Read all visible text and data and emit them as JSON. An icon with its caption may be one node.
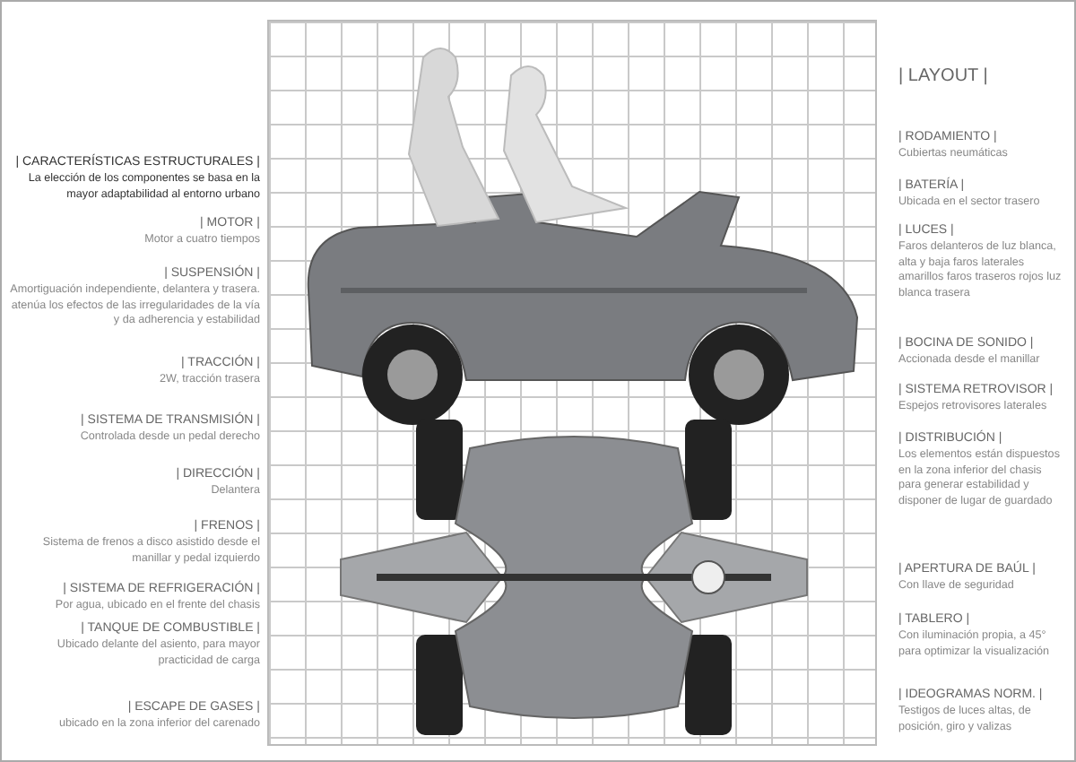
{
  "diagram": {
    "labels": [
      "| CARACTERÍSTICAS ESTRUCTURALES |",
      "La elección de los componentes se basa en la mayor adaptabilidad al entorno urbano",
      "| MOTOR |",
      "Motor a cuatro tiempos",
      "| SUSPENSIÓN |",
      "Amortiguación independiente, delantera y trasera. atenúa los efectos de las irregularidades de la vía y da adherencia y estabilidad",
      "| TRACCIÓN |",
      "2W, tracción trasera",
      "| SISTEMA DE TRANSMISIÓN |",
      "Controlada desde un pedal derecho",
      "| DIRECCIÓN |",
      "Delantera",
      "| FRENOS |",
      "Sistema de frenos a disco asistido desde el manillar y pedal izquierdo",
      "| SISTEMA DE REFRIGERACIÓN |",
      "Por agua, ubicado en el frente del chasis",
      "| TANQUE DE COMBUSTIBLE |",
      "Ubicado delante del asiento, para mayor practicidad de carga",
      "| ESCAPE DE GASES |",
      "ubicado en la zona inferior del carenado",
      "| LAYOUT |",
      "| RODAMIENTO |",
      "Cubiertas neumáticas",
      "| BATERÍA |",
      "Ubicada en el sector trasero",
      "| LUCES |",
      "Faros delanteros de luz blanca, alta y baja faros laterales amarillos faros traseros rojos luz blanca trasera",
      "| BOCINA DE SONIDO |",
      "Accionada desde el manillar",
      "| SISTEMA RETROVISOR |",
      "Espejos retrovisores laterales",
      "| DISTRIBUCIÓN |",
      "Los elementos están dispuestos en la zona inferior del chasis para generar estabilidad y disponer de lugar de guardado",
      "| APERTURA DE BAÚL |",
      "Con llave de seguridad",
      "| TABLERO |",
      "Con iluminación propia, a 45° para optimizar la visualización",
      "| IDEOGRAMAS NORM. |",
      "Testigos de luces altas, de posición, giro y valizas"
    ]
  }
}
